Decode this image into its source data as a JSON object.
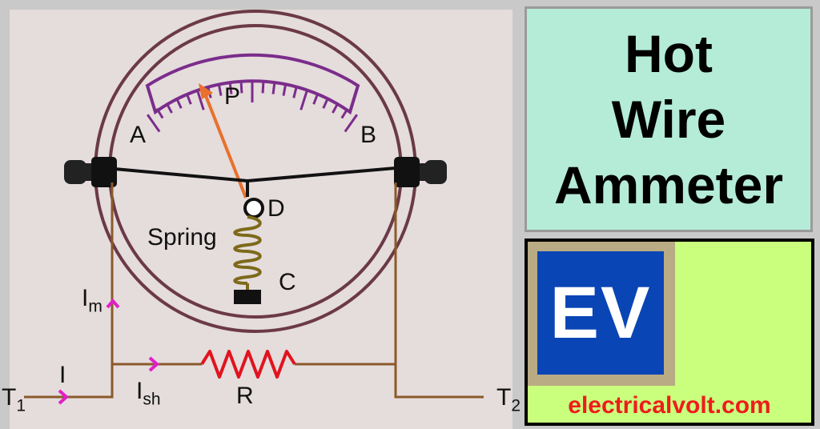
{
  "diagram": {
    "label_a": "A",
    "label_b": "B",
    "label_p": "P",
    "label_d": "D",
    "label_c": "C",
    "label_spring": "Spring",
    "label_im_main": "I",
    "label_im_sub": "m",
    "label_i": "I",
    "label_ish_main": "I",
    "label_ish_sub": "sh",
    "label_r": "R",
    "label_t1_main": "T",
    "label_t1_sub": "1",
    "label_t2_main": "T",
    "label_t2_sub": "2",
    "colors": {
      "dial_ring": "#6b3a46",
      "scale": "#7b2d8b",
      "pointer": "#e8712b",
      "resistor": "#e0141e",
      "spring": "#7d6a1a",
      "wire": "#8b5a2b",
      "current_arrow": "#e020c8"
    }
  },
  "title": {
    "line1": "Hot",
    "line2": "Wire",
    "line3": "Ammeter"
  },
  "logo": {
    "text": "EV",
    "website": "electricalvolt.com"
  }
}
